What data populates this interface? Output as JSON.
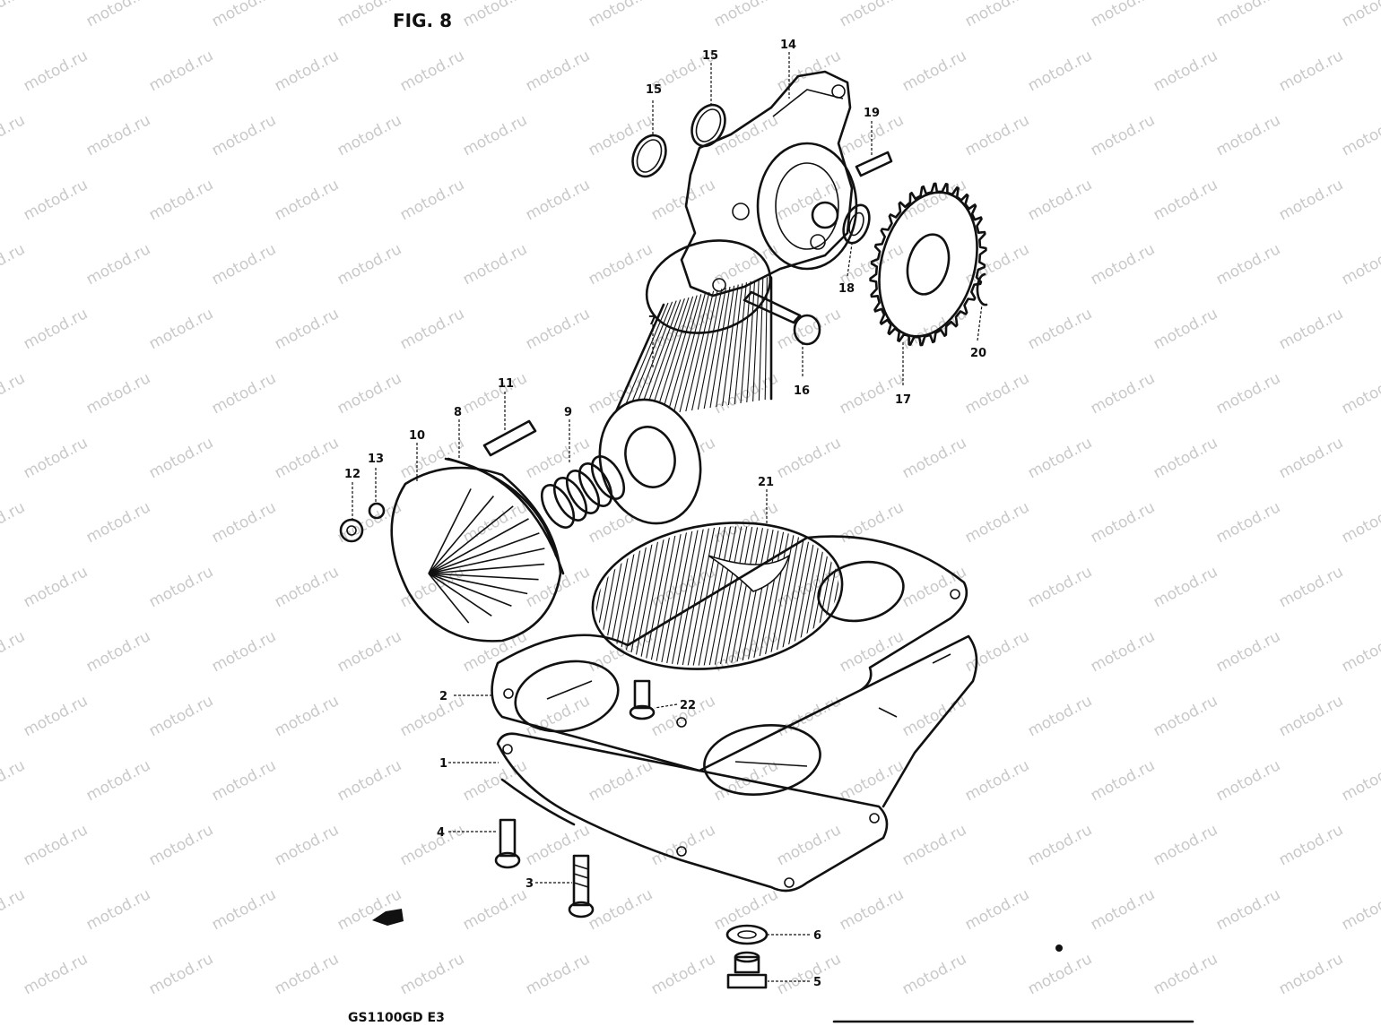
{
  "figure": {
    "title": "FIG. 8",
    "model_code": "GS1100GD E3",
    "watermark": "motod.ru"
  },
  "callouts": [
    {
      "id": "c1",
      "text": "1"
    },
    {
      "id": "c2",
      "text": "2"
    },
    {
      "id": "c3",
      "text": "3"
    },
    {
      "id": "c4",
      "text": "4"
    },
    {
      "id": "c5",
      "text": "5"
    },
    {
      "id": "c6",
      "text": "6"
    },
    {
      "id": "c7",
      "text": "7"
    },
    {
      "id": "c8",
      "text": "8"
    },
    {
      "id": "c9",
      "text": "9"
    },
    {
      "id": "c10",
      "text": "10"
    },
    {
      "id": "c11",
      "text": "11"
    },
    {
      "id": "c12",
      "text": "12"
    },
    {
      "id": "c13",
      "text": "13"
    },
    {
      "id": "c14",
      "text": "14"
    },
    {
      "id": "c15a",
      "text": "15"
    },
    {
      "id": "c15b",
      "text": "15"
    },
    {
      "id": "c16",
      "text": "16"
    },
    {
      "id": "c17",
      "text": "17"
    },
    {
      "id": "c18",
      "text": "18"
    },
    {
      "id": "c19",
      "text": "19"
    },
    {
      "id": "c20",
      "text": "20"
    },
    {
      "id": "c21",
      "text": "21"
    },
    {
      "id": "c22",
      "text": "22"
    }
  ]
}
